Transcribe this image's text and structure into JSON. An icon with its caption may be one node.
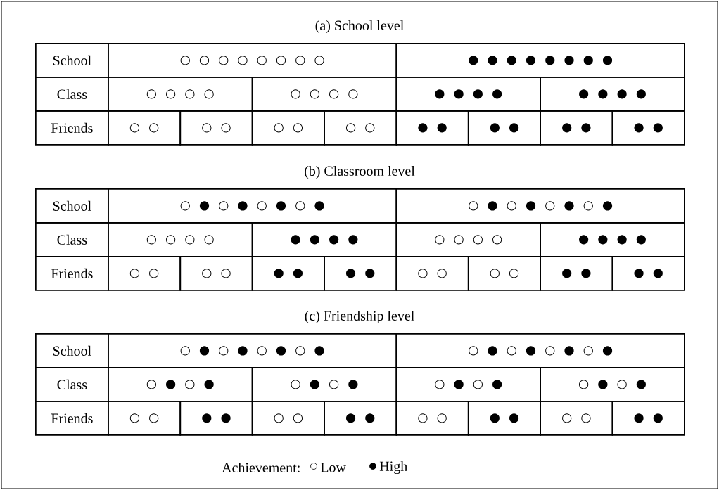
{
  "diagram": {
    "labels": [
      "(a) School level",
      "School",
      "○ ○ ○ ○ ○ ○ ○ ○",
      "● ● ● ● ● ● ● ●",
      "Class",
      "○ ○ ○ ○",
      "○ ○ ○ ○",
      "● ● ● ●",
      "● ● ● ●",
      "Friends",
      "○ ○",
      "○ ○",
      "○ ○",
      "○ ○",
      "● ●",
      "● ●",
      "● ●",
      "● ●",
      "(b) Classroom level",
      "School",
      "○ ● ○ ● ○ ● ○ ●",
      "○ ● ○ ● ○ ● ○ ●",
      "Class",
      "○ ○ ○ ○",
      "● ● ● ●",
      "○ ○ ○ ○",
      "● ● ● ●",
      "Friends",
      "○ ○",
      "○ ○",
      "● ●",
      "● ●",
      "○ ○",
      "○ ○",
      "● ●",
      "● ●",
      "(c) Friendship level",
      "School",
      "○ ● ○ ● ○ ● ○ ●",
      "○ ● ○ ● ○ ● ○ ●",
      "Class",
      "○ ● ○ ●",
      "○ ● ○ ●",
      "○ ● ○ ●",
      "○ ● ○ ●",
      "Friends",
      "○ ○",
      "● ●",
      "○ ○",
      "● ●",
      "○ ○",
      "● ●",
      "○ ○",
      "● ●",
      "Achievement:"
    ],
    "legend": [
      {
        "text": "Low"
      },
      {
        "text": "High"
      }
    ]
  }
}
